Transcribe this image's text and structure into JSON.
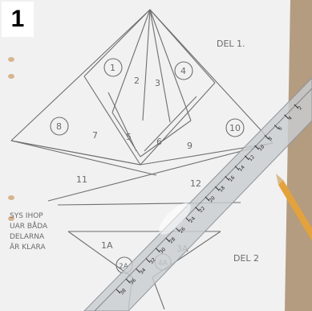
{
  "badge_number": "1",
  "heading_part1": "DEL 1.",
  "heading_part2": "DEL 2",
  "note_lines": [
    "SYS IHOP",
    "UAR BÅDA",
    "DELARNA",
    "ÄR KLARA"
  ],
  "region_labels": {
    "r1": "1",
    "r2": "2",
    "r3": "3",
    "r4": "4",
    "r5": "5",
    "r6": "6",
    "r7": "7",
    "r8": "8",
    "r9": "9",
    "r10": "10",
    "r11": "11",
    "r12": "12",
    "r1a": "1A",
    "r2a": "2A",
    "r3a": "3A",
    "r4a": "4A"
  },
  "ruler_ticks": [
    "2",
    "4",
    "6",
    "8",
    "10",
    "12",
    "14",
    "16",
    "18",
    "20",
    "22",
    "24",
    "26",
    "28",
    "30",
    "32",
    "34",
    "36",
    "38"
  ],
  "colors": {
    "paper": "#f3f3f4",
    "pencil_line": "#6f6f6f",
    "ruler": "#c9cdd1",
    "table": "#c9b49a",
    "pencil_body": "#e3a23d"
  }
}
